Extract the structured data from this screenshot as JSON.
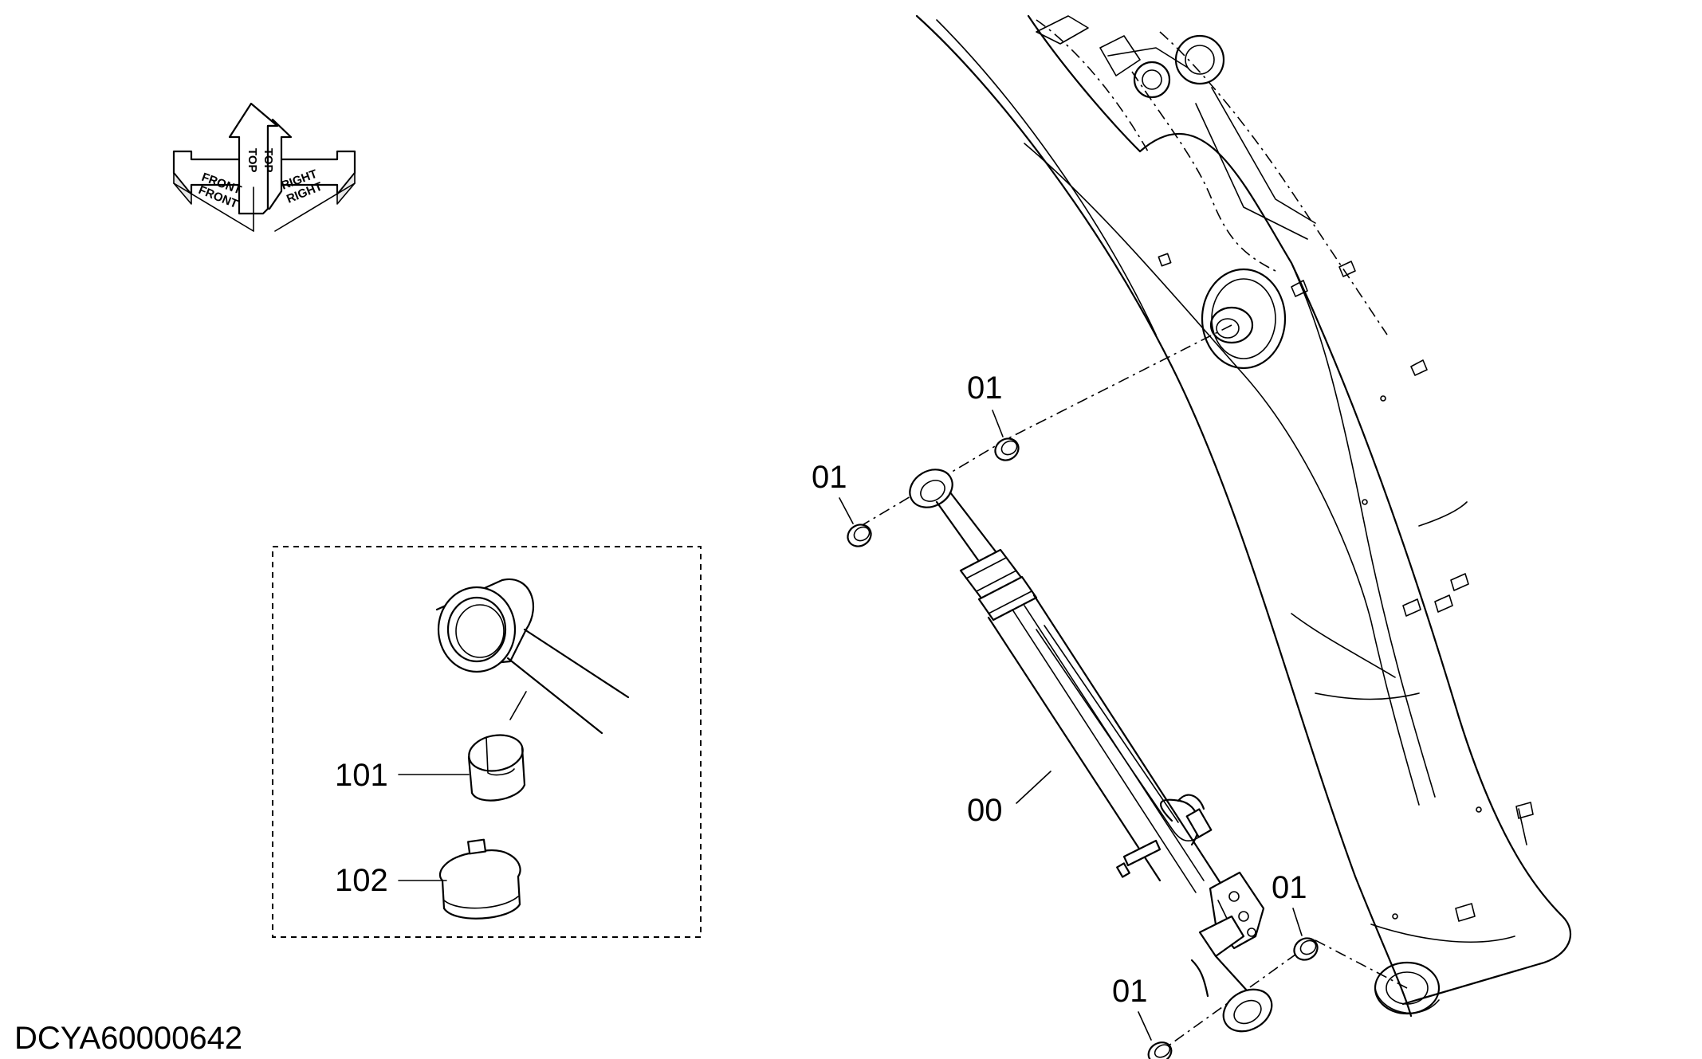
{
  "diagram": {
    "drawing_id": "DCYA60000642",
    "orientation_arrows": {
      "front": "FRONT",
      "front_mirror": "FRONT",
      "top": "TOP",
      "top_mirror": "TOP",
      "right": "RIGHT",
      "right_mirror": "RIGHT"
    },
    "callouts": {
      "cylinder": "00",
      "bushing_top_right": "01",
      "bushing_top_left": "01",
      "bushing_bottom_right": "01",
      "bushing_bottom_left": "01",
      "bushing_detail": "101",
      "ring_detail": "102"
    }
  }
}
